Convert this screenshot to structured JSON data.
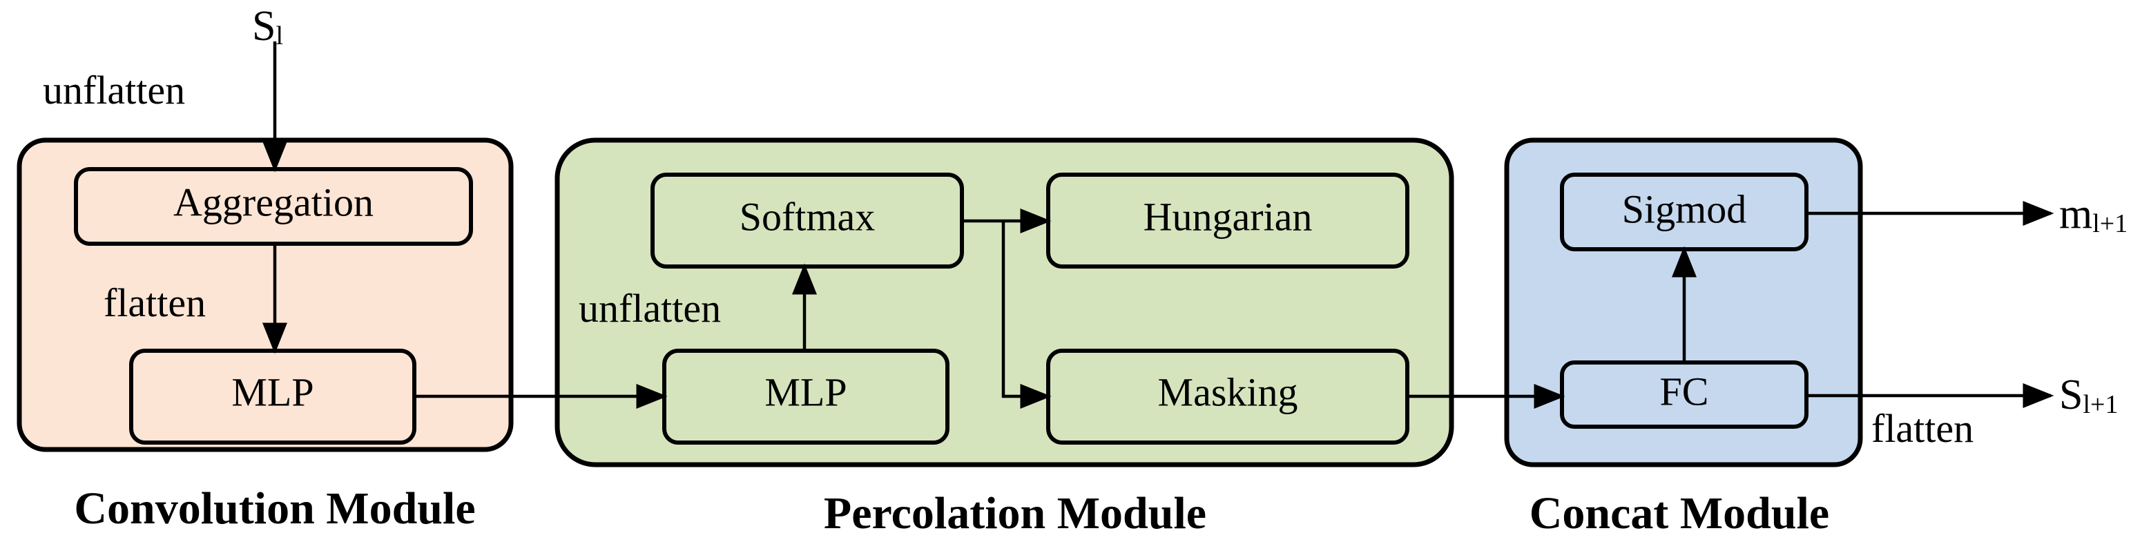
{
  "colors": {
    "convolution_fill": "#fde5d5",
    "percolation_fill": "#d6e4be",
    "concat_fill": "#c5d8ee"
  },
  "inputs": {
    "s_l": "S",
    "s_l_sub": "l"
  },
  "outputs": {
    "m_next": "m",
    "m_next_sub": "l+1",
    "s_next": "S",
    "s_next_sub": "l+1"
  },
  "edge_labels": {
    "unflatten_input": "unflatten",
    "flatten_conv": "flatten",
    "unflatten_perc": "unflatten",
    "flatten_output": "flatten"
  },
  "modules": {
    "convolution": {
      "caption": "Convolution Module",
      "blocks": {
        "aggregation": "Aggregation",
        "mlp": "MLP"
      }
    },
    "percolation": {
      "caption": "Percolation Module",
      "blocks": {
        "softmax": "Softmax",
        "hungarian": "Hungarian",
        "mlp": "MLP",
        "masking": "Masking"
      }
    },
    "concat": {
      "caption": "Concat Module",
      "blocks": {
        "sigmod": "Sigmod",
        "fc": "FC"
      }
    }
  }
}
